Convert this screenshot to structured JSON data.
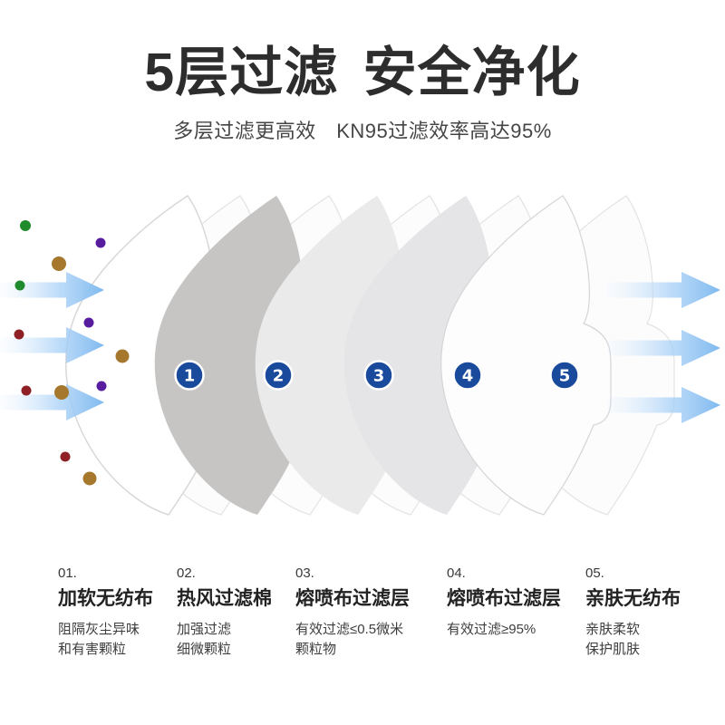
{
  "header": {
    "title": "5层过滤 安全净化",
    "subtitle": "多层过滤更高效　KN95过滤效率高达95%"
  },
  "diagram": {
    "layer_fills": [
      "#ffffff",
      "#c7c5c4",
      "#eaeaeb",
      "#e5e5e7",
      "#fdfdfe"
    ],
    "ghost_fill": "#fcfcfd",
    "outline_gray": "#d8d8d8"
  },
  "colors": {
    "accent_blue": "#1a4a9c",
    "arrow_light": "#dcedfc",
    "arrow_mid": "#a9d1f7",
    "arrow_strong": "#7fb9ef",
    "particle_green": "#1f8b2c",
    "particle_purple": "#571d9e",
    "particle_brown": "#a6782e",
    "particle_red": "#8e2026"
  },
  "layers": [
    {
      "badge": "1",
      "number": "01.",
      "title": "加软无纺布",
      "desc_line1": "阻隔灰尘异味",
      "desc_line2": "和有害颗粒"
    },
    {
      "badge": "2",
      "number": "02.",
      "title": "热风过滤棉",
      "desc_line1": "加强过滤",
      "desc_line2": "细微颗粒"
    },
    {
      "badge": "3",
      "number": "03.",
      "title": "熔喷布过滤层",
      "desc_line1": "有效过滤≤0.5微米",
      "desc_line2": "颗粒物"
    },
    {
      "badge": "4",
      "number": "04.",
      "title": "熔喷布过滤层",
      "desc_line1": "有效过滤≥95%",
      "desc_line2": ""
    },
    {
      "badge": "5",
      "number": "05.",
      "title": "亲肤无纺布",
      "desc_line1": "亲肤柔软",
      "desc_line2": "保护肌肤"
    }
  ]
}
